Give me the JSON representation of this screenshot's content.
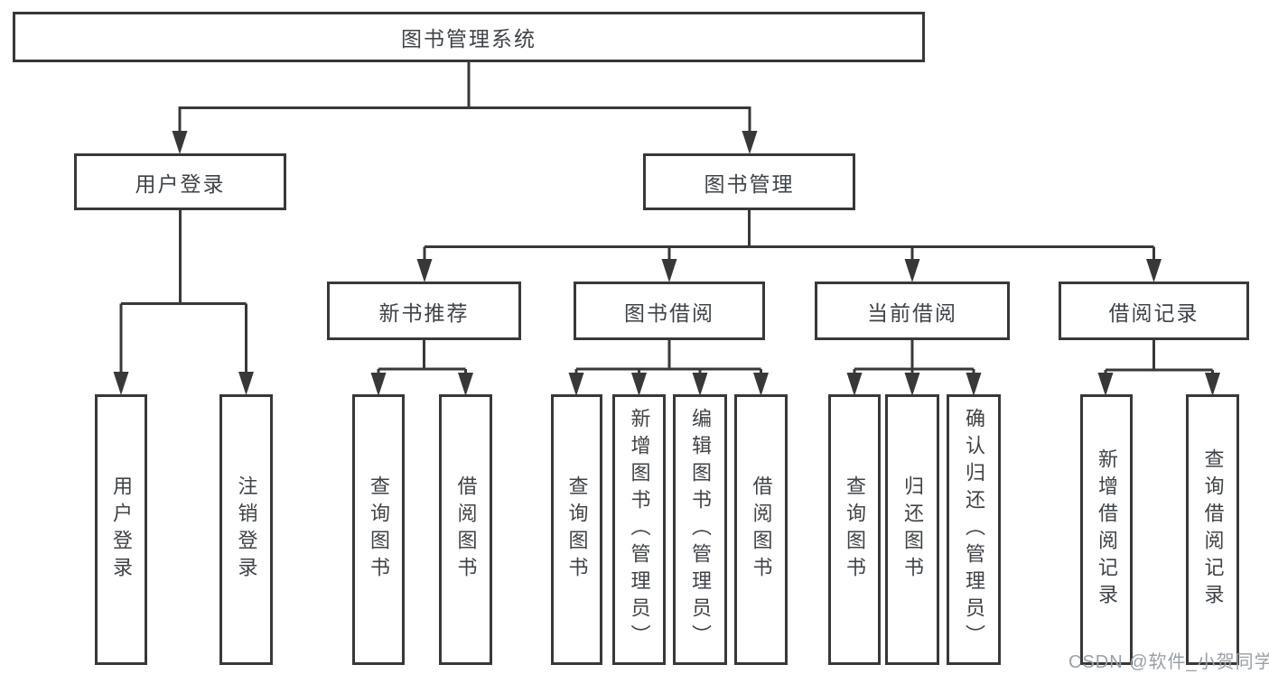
{
  "diagram": {
    "root": {
      "label": "图书管理系统"
    },
    "level2": {
      "user_login": {
        "label": "用户登录"
      },
      "book_management": {
        "label": "图书管理"
      }
    },
    "level3": {
      "new_book_recommend": {
        "label": "新书推荐"
      },
      "book_borrowing": {
        "label": "图书借阅"
      },
      "current_borrowing": {
        "label": "当前借阅"
      },
      "borrowing_records": {
        "label": "借阅记录"
      }
    },
    "leaves": {
      "user_login": {
        "label": "用户登录"
      },
      "logout": {
        "label": "注销登录"
      },
      "query_book_recommend": {
        "label": "查询图书"
      },
      "borrow_book_recommend": {
        "label": "借阅图书"
      },
      "query_book_borrowing": {
        "label": "查询图书"
      },
      "add_book_admin": {
        "label": "新增图书（管理员）"
      },
      "edit_book_admin": {
        "label": "编辑图书（管理员）"
      },
      "borrow_book_borrowing": {
        "label": "借阅图书"
      },
      "query_book_current": {
        "label": "查询图书"
      },
      "return_book": {
        "label": "归还图书"
      },
      "confirm_return_admin": {
        "label": "确认归还（管理员）"
      },
      "add_borrow_record": {
        "label": "新增借阅记录"
      },
      "query_borrow_record": {
        "label": "查询借阅记录"
      }
    }
  },
  "watermark": {
    "text": "CSDN @软件_小贺同学"
  },
  "colors": {
    "line": "#383838",
    "box_border": "#383838",
    "text": "#3f4347",
    "watermark": "#9aa0a8",
    "background": "#ffffff"
  }
}
